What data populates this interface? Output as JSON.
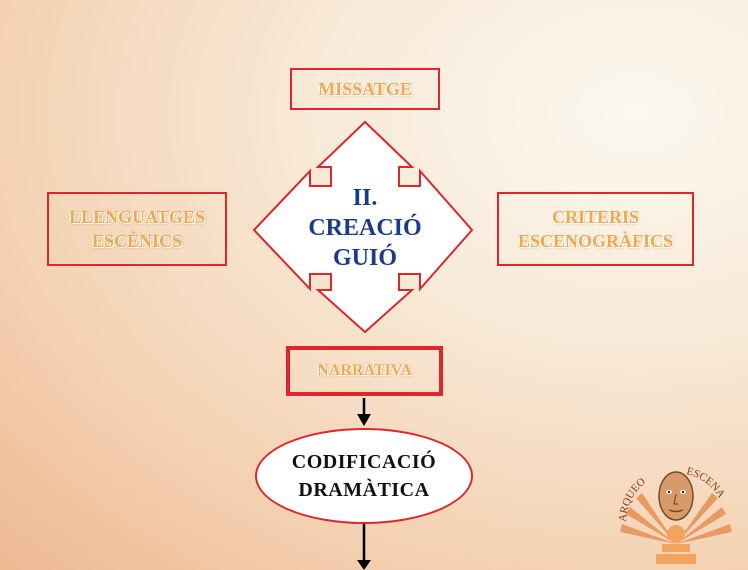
{
  "diagram": {
    "top_box": "MISSATGE",
    "left_box": "LLENGUATGES\nESCÈNICS",
    "right_box": "CRITERIS\nESCENOGRÀFICS",
    "narrative_box": "NARRATIVA",
    "center": {
      "line1": "II.",
      "line2": "CREACIÓ",
      "line3": "GUIÓ"
    },
    "ellipse": {
      "line1": "CODIFICACIÓ",
      "line2": "DRAMÀTICA"
    }
  },
  "logo": {
    "left_text": "ARQUEO",
    "right_text": "ESCENA"
  },
  "colors": {
    "box_border": "#e0262a",
    "box_text": "#f0a848",
    "center_text": "#1a3a8c",
    "arrow_fill": "#ffffff"
  }
}
